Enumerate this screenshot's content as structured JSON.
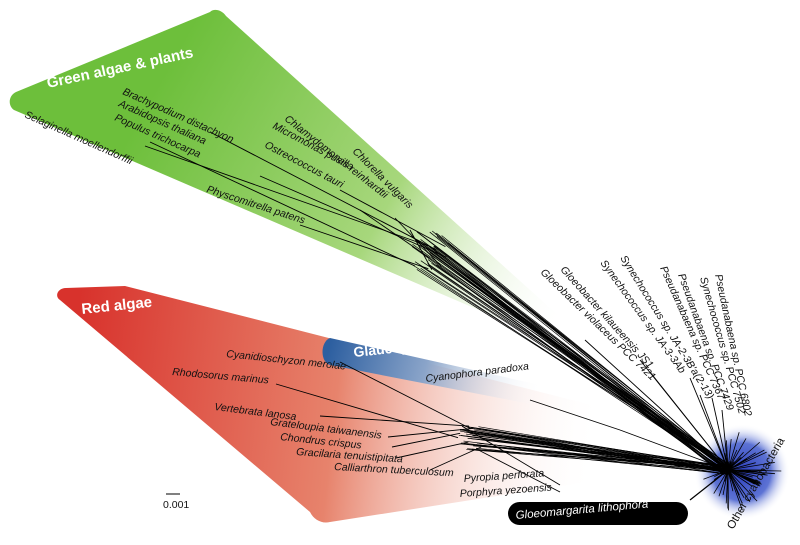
{
  "groups": {
    "green": {
      "label": "Green algae & plants",
      "color": "#6dbf3b"
    },
    "red": {
      "label": "Red algae",
      "color": "#d8322c"
    },
    "glauco": {
      "label": "Glaucophytes",
      "color": "#2d5fa0"
    },
    "gloeomargarita": {
      "label": "Gloeomargarita lithophora",
      "color": "#000000"
    },
    "other": {
      "label": "Other cyanobacteria",
      "color": "#2f4fc0"
    }
  },
  "leaves": {
    "brachypodium": "Brachypodium distachyon",
    "arabidopsis": "Arabidopsis thaliana",
    "populus": "Populus trichocarpa",
    "selaginella": "Selaginella moellendorffii",
    "micromonas": "Micromonas pusilla",
    "chlamydomonas": "Chlamydomonas reinhardtii",
    "ostreococcus": "Ostreococcus tauri",
    "chlorella": "Chlorella vulgaris",
    "physcomitrella": "Physcomitrella patens",
    "cyanidioschyzon": "Cyanidioschyzon merolae",
    "rhodosorus": "Rhodosorus marinus",
    "vertebrata": "Vertebrata lanosa",
    "grateloupia": "Grateloupia taiwanensis",
    "chondrus": "Chondrus crispus",
    "gracilaria": "Gracilaria tenuistipitata",
    "calliarthron": "Calliarthron tuberculosum",
    "pyropia": "Pyropia perforata",
    "porphyra": "Porphyra yezoensis",
    "cyanophora": "Cyanophora paradoxa",
    "gloeobacter_violaceus": "Gloeobacter violaceus PCC 7421",
    "gloeobacter_kilaueensis": "Gloeobacter kilaueensis JS1",
    "syn_ja33ab": "Synechococcus sp. JA-3-3Ab",
    "syn_ja23b": "Synechococcus sp. JA-2-3B'a(2-13)",
    "pseud_pcc7367": "Pseudanabaena sp. PCC 7367",
    "pseud_pcc7429": "Pseudanabaena sp. PCC 7429",
    "syn_pcc7502": "Synechococcus sp. PCC 7502",
    "pseud_pcc6802": "Pseudanabaena sp. PCC 6802"
  },
  "scale_bar": {
    "label": "0.001"
  }
}
